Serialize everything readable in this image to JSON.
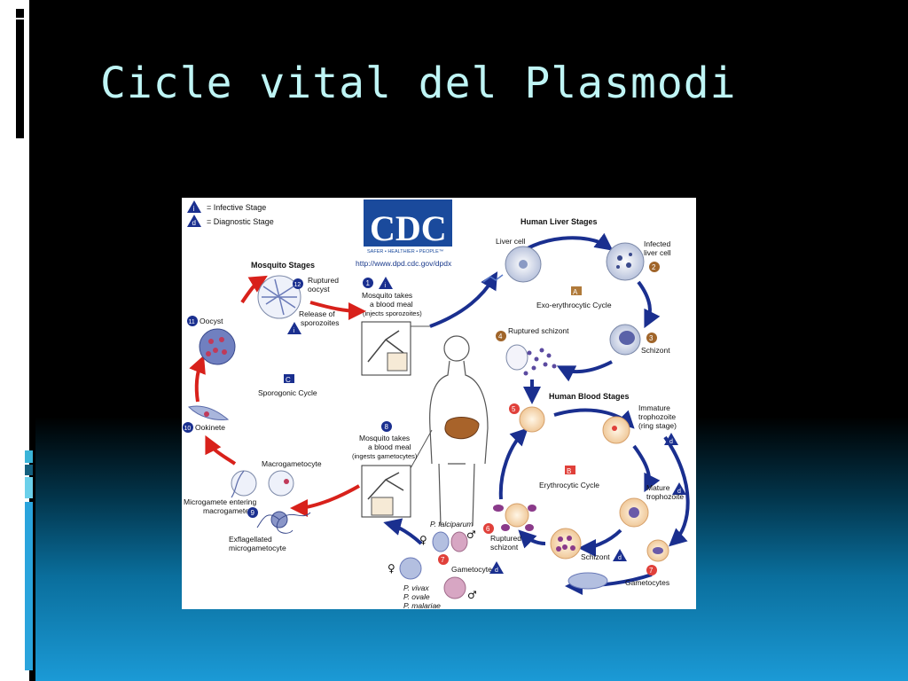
{
  "slide": {
    "title": "Cicle vital del Plasmodi"
  },
  "figure": {
    "legend": {
      "infective": "= Infective Stage",
      "diagnostic": "= Diagnostic Stage"
    },
    "logo": {
      "text": "CDC",
      "tagline": "SAFER • HEALTHIER • PEOPLE™"
    },
    "url": "http://www.dpd.cdc.gov/dpdx",
    "sections": {
      "mosquito_stages": "Mosquito Stages",
      "human_liver_stages": "Human Liver Stages",
      "human_blood_stages": "Human Blood Stages"
    },
    "cycles": {
      "exo_letter": "A",
      "exo": "Exo-erythrocytic Cycle",
      "ery_letter": "B",
      "ery": "Erythrocytic Cycle",
      "spor_letter": "C",
      "spor": "Sporogonic Cycle"
    },
    "labels": {
      "step1_l1": "Mosquito takes",
      "step1_l2": "a blood meal",
      "step1_l3": "(injects sporozoites)",
      "liver_cell": "Liver cell",
      "infected_l1": "Infected",
      "infected_l2": "liver cell",
      "schizont": "Schizont",
      "ruptured_schizont": "Ruptured schizont",
      "immature_l1": "Immature",
      "immature_l2": "trophozoite",
      "immature_l3": "(ring stage)",
      "mature_l1": "Mature",
      "mature_l2": "trophozoite",
      "gametocytes": "Gametocytes",
      "ruptured_l1": "Ruptured",
      "ruptured_l2": "schizont",
      "p_falciparum": "P. falciparum",
      "gametocytes2": "Gametocytes",
      "p_vivax": "P. vivax",
      "p_ovale": "P. ovale",
      "p_malariae": "P. malariae",
      "step8_l1": "Mosquito takes",
      "step8_l2": "a blood meal",
      "step8_l3": "(ingests gametocytes)",
      "ruptured_oocyst_l1": "Ruptured",
      "ruptured_oocyst_l2": "oocyst",
      "release_l1": "Release of",
      "release_l2": "sporozoites",
      "oocyst": "Oocyst",
      "ookinete": "Ookinete",
      "macrogametocyte": "Macrogametocyte",
      "microgamete_l1": "Microgamete entering",
      "microgamete_l2": "macrogamete",
      "exflag_l1": "Exflagellated",
      "exflag_l2": "microgametocyte"
    },
    "badges": {
      "n1": "1",
      "n2": "2",
      "n3": "3",
      "n4": "4",
      "n5": "5",
      "n6": "6",
      "n7": "7",
      "n8": "8",
      "n9": "9",
      "n10": "10",
      "n11": "11",
      "n12": "12",
      "i": "i",
      "d": "d",
      "female": "♀",
      "male": "♂"
    },
    "colors": {
      "blue_arrow": "#1a2f8f",
      "red_arrow": "#d8211b",
      "badge_brown": "#a0652a",
      "badge_navy": "#1a2f8f",
      "badge_red": "#e0403a",
      "cdc_blue": "#1a4a9c"
    }
  }
}
